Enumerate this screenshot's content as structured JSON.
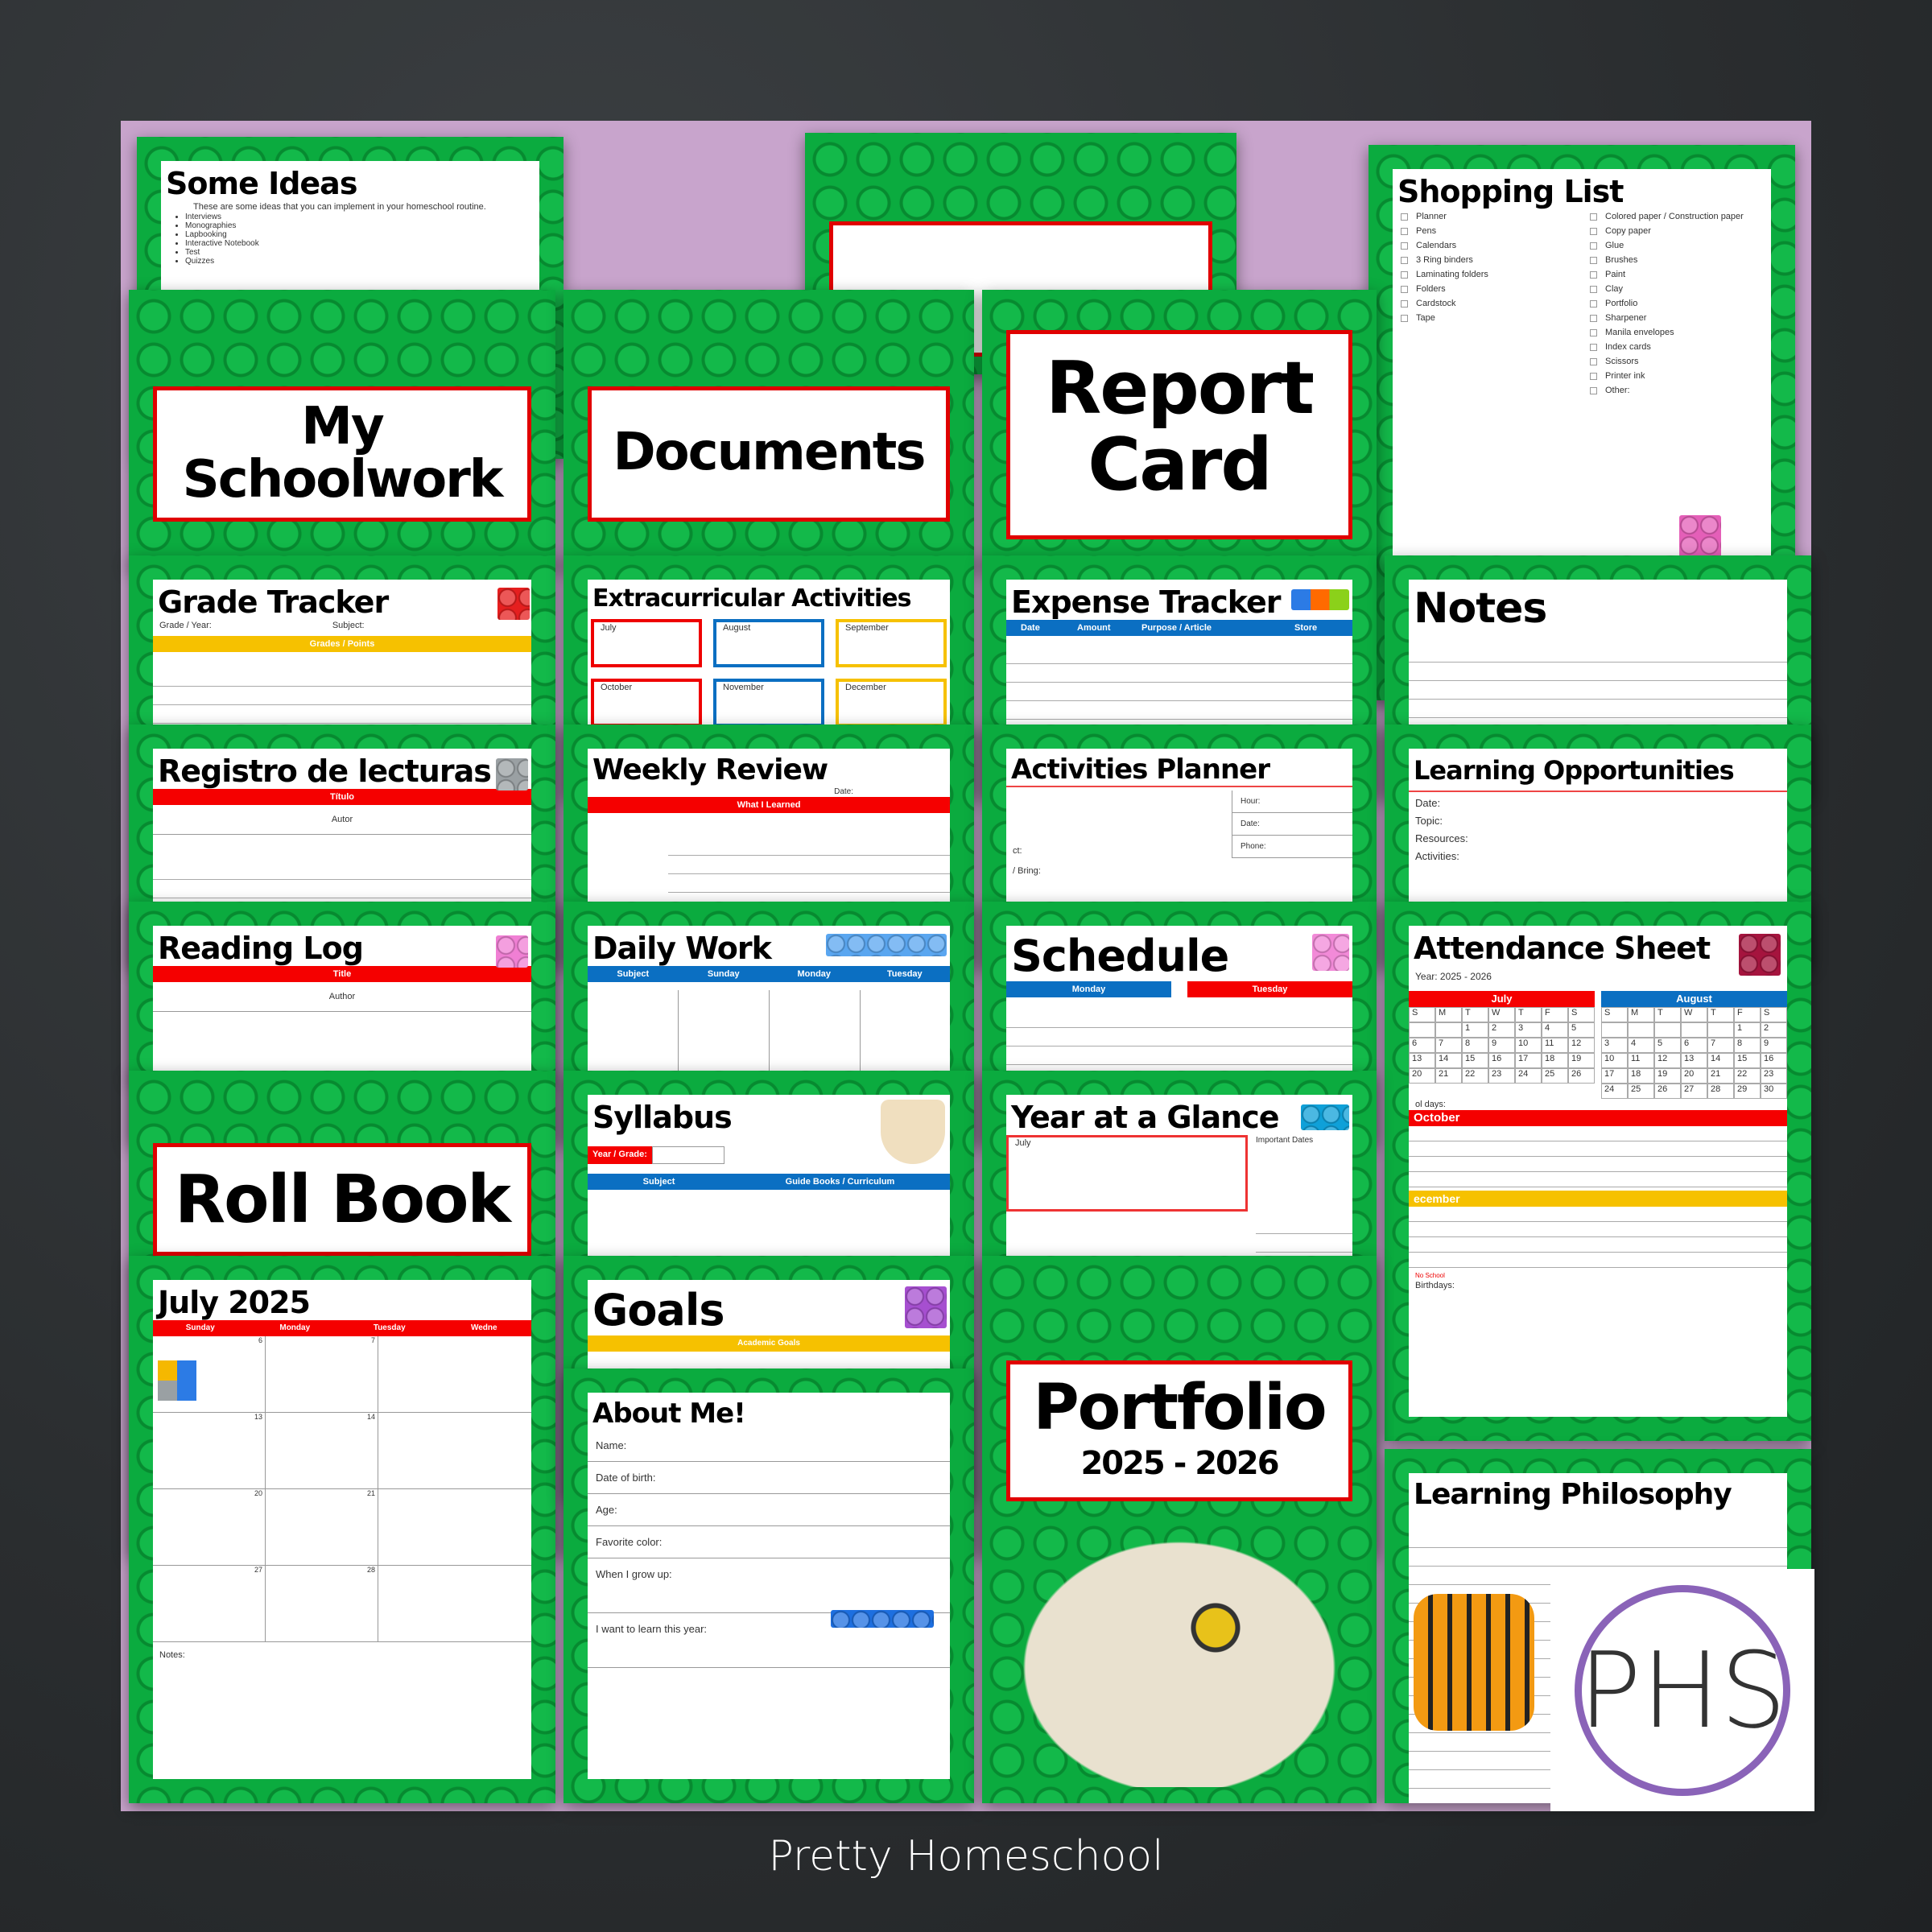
{
  "some_ideas": {
    "title": "Some Ideas",
    "intro": "These are some ideas that you can implement in your homeschool routine.",
    "items": [
      "Interviews",
      "Monographies",
      "Lapbooking",
      "Interactive Notebook",
      "Test",
      "Quizzes"
    ]
  },
  "shopping": {
    "title": "Shopping List",
    "left": [
      "Planner",
      "Pens",
      "Calendars",
      "3 Ring binders",
      "Laminating folders",
      "Folders",
      "Cardstock",
      "Tape"
    ],
    "right": [
      "Colored paper / Construction paper",
      "Copy paper",
      "Glue",
      "Brushes",
      "Paint",
      "Clay",
      "Portfolio",
      "Sharpener",
      "Manila envelopes",
      "Index cards",
      "Scissors",
      "Printer ink",
      "Other:"
    ]
  },
  "covers": {
    "my_schoolwork": "My Schoolwork",
    "documents": "Documents",
    "report_card": "Report Card",
    "roll_book": "Roll Book",
    "portfolio": "Portfolio",
    "portfolio_year": "2025 - 2026"
  },
  "notes": {
    "title": "Notes"
  },
  "grade_tracker": {
    "title": "Grade Tracker",
    "grade_label": "Grade / Year:",
    "subject_label": "Subject:",
    "bar": "Grades / Points"
  },
  "extracurricular": {
    "title": "Extracurricular Activities",
    "months": [
      "July",
      "August",
      "September",
      "October",
      "November",
      "December"
    ]
  },
  "expense": {
    "title": "Expense Tracker",
    "cols": [
      "Date",
      "Amount",
      "Purpose / Article",
      "Store"
    ]
  },
  "activities_planner": {
    "title": "Activities Planner",
    "hour": "Hour:",
    "date": "Date:",
    "phone": "Phone:",
    "contact": "ct:",
    "bring": "/ Bring:"
  },
  "registro": {
    "title": "Registro de lecturas",
    "titulo": "Título",
    "autor": "Autor"
  },
  "learning_opp": {
    "title": "Learning Opportunities",
    "fields": [
      "Date:",
      "Topic:",
      "Resources:",
      "Activities:"
    ]
  },
  "attendance": {
    "title": "Attendance Sheet",
    "year": "Year: 2025 - 2026",
    "weekdays": [
      "S",
      "M",
      "T",
      "W",
      "T",
      "F",
      "S"
    ],
    "months": [
      {
        "name": "July",
        "color": "#f50000",
        "days": [
          "",
          "",
          "1",
          "2",
          "3",
          "4",
          "5",
          "6",
          "7",
          "8",
          "9",
          "10",
          "11",
          "12",
          "13",
          "14",
          "15",
          "16",
          "17",
          "18",
          "19",
          "20",
          "21",
          "22",
          "23",
          "24",
          "25",
          "26"
        ]
      },
      {
        "name": "August",
        "color": "#0b6fc2",
        "days": [
          "",
          "",
          "",
          "",
          "",
          "1",
          "2",
          "3",
          "4",
          "5",
          "6",
          "7",
          "8",
          "9",
          "10",
          "11",
          "12",
          "13",
          "14",
          "15",
          "16",
          "17",
          "18",
          "19",
          "20",
          "21",
          "22",
          "23",
          "24",
          "25",
          "26",
          "27",
          "28",
          "29",
          "30"
        ]
      }
    ],
    "school_days": "ol days:",
    "october": "October",
    "december": "ecember",
    "no_school": "No School",
    "birthdays": "Birthdays:"
  },
  "reading_log": {
    "title": "Reading Log",
    "title_col": "Title",
    "author": "Author"
  },
  "weekly_review": {
    "title": "Weekly Review",
    "date": "Date:",
    "bar": "What I Learned"
  },
  "daily_work": {
    "title": "Daily Work",
    "cols": [
      "Subject",
      "Sunday",
      "Monday",
      "Tuesday"
    ]
  },
  "schedule": {
    "title": "Schedule",
    "monday": "Monday",
    "tuesday": "Tuesday"
  },
  "syllabus": {
    "title": "Syllabus",
    "year_grade": "Year / Grade:",
    "subject": "Subject",
    "guide": "Guide Books / Curriculum"
  },
  "july_calendar": {
    "title": "July 2025",
    "days": [
      "Sunday",
      "Monday",
      "Tuesday",
      "Wedne"
    ],
    "nums": [
      "6",
      "7",
      "13",
      "14",
      "20",
      "21",
      "27",
      "28"
    ],
    "notes": "Notes:"
  },
  "year_glance": {
    "title": "Year at a Glance",
    "month": "July",
    "important": "Important Dates"
  },
  "goals": {
    "title": "Goals",
    "bar": "Academic Goals"
  },
  "philosophy": {
    "title": "Learning Philosophy"
  },
  "about_me": {
    "title": "About Me!",
    "fields": [
      "Name:",
      "Date of birth:",
      "Age:",
      "Favorite color:",
      "When I grow up:",
      "I want to learn this year:"
    ]
  },
  "logo": {
    "text": "PHS"
  },
  "footer": {
    "brand": "Pretty Homeschool"
  },
  "colors": {
    "green": "#0bab3f",
    "red": "#f50000",
    "blue": "#0b6fc2",
    "yellow": "#f6c100",
    "lilac": "#c8a4cc"
  }
}
